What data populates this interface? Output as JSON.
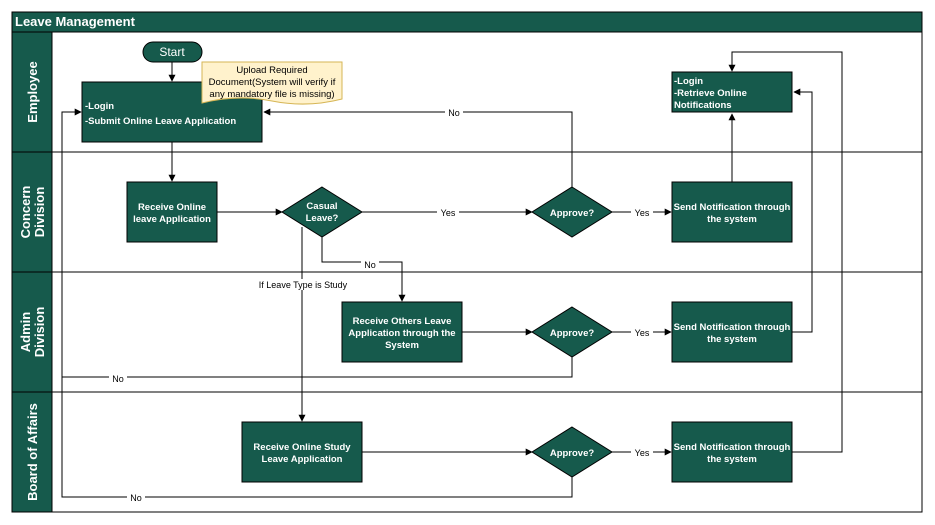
{
  "title": "Leave Management",
  "colors": {
    "fill": "#165A4C",
    "stroke": "#000000",
    "note_fill": "#FFF2CC",
    "note_stroke": "#D6B656",
    "background": "#FFFFFF"
  },
  "lanes": {
    "employee": "Employee",
    "concern_1": "Concern",
    "concern_2": "Division",
    "admin_1": "Admin",
    "admin_2": "Division",
    "board": "Board of Affairs"
  },
  "nodes": {
    "start": "Start",
    "emp_login": "-Login",
    "emp_submit": "-Submit Online Leave Application",
    "note_1": "Upload Required",
    "note_2": "Document(System will verify if",
    "note_3": "any mandatory file is missing)",
    "retrieve_1": "-Login",
    "retrieve_2": "-Retrieve Online",
    "retrieve_3": "Notifications",
    "cd_receive_1": "Receive Online",
    "cd_receive_2": "leave Application",
    "casual_1": "Casual",
    "casual_2": "Leave?",
    "approve": "Approve?",
    "send_1": "Send Notification through",
    "send_2": "the system",
    "ad_receive_1": "Receive Others Leave",
    "ad_receive_2": "Application through the",
    "ad_receive_3": "System",
    "ba_receive_1": "Receive Online Study",
    "ba_receive_2": "Leave Application"
  },
  "edges": {
    "yes": "Yes",
    "no": "No",
    "study": "If Leave Type is Study"
  }
}
